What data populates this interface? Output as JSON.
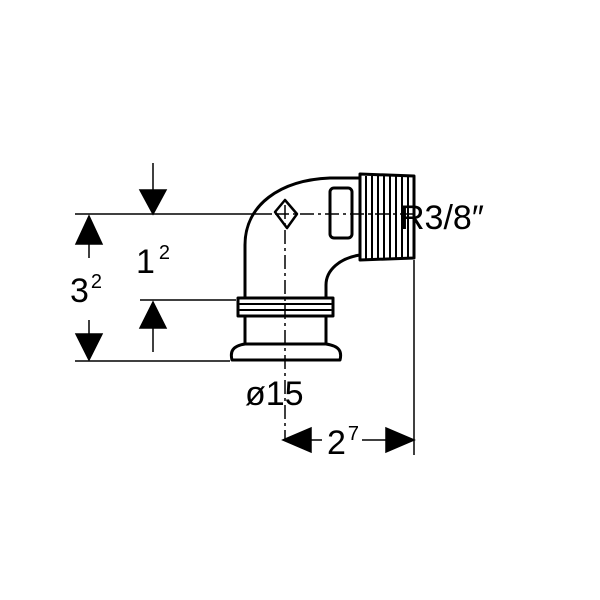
{
  "dimensions": {
    "thread_size": "R3/8″",
    "diameter": "ø15",
    "overall_height": {
      "base": "3",
      "sup": "2"
    },
    "center_height": {
      "base": "1",
      "sup": "2"
    },
    "width": {
      "base": "2",
      "sup": "7"
    }
  },
  "colors": {
    "line": "#000000",
    "background": "#ffffff"
  }
}
